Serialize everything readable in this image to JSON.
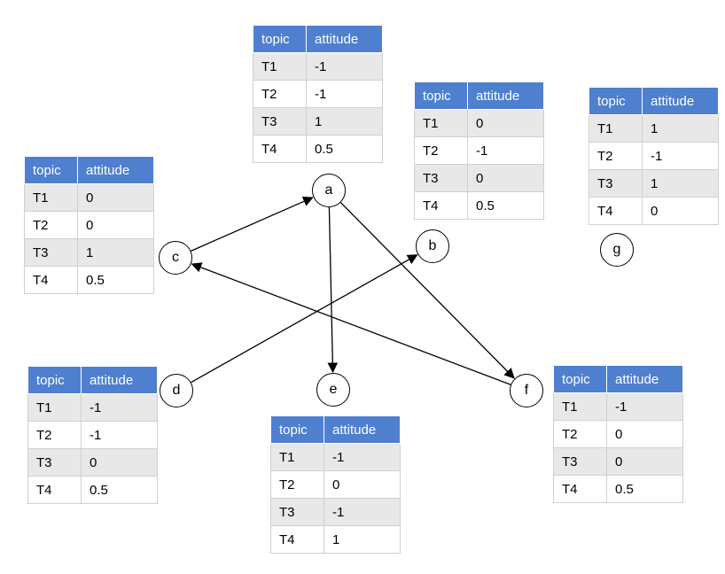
{
  "headers": {
    "topic": "topic",
    "attitude": "attitude"
  },
  "nodes": {
    "a": {
      "label": "a",
      "rows": [
        [
          "T1",
          "-1"
        ],
        [
          "T2",
          "-1"
        ],
        [
          "T3",
          "1"
        ],
        [
          "T4",
          "0.5"
        ]
      ]
    },
    "b": {
      "label": "b",
      "rows": [
        [
          "T1",
          "0"
        ],
        [
          "T2",
          "-1"
        ],
        [
          "T3",
          "0"
        ],
        [
          "T4",
          "0.5"
        ]
      ]
    },
    "c": {
      "label": "c",
      "rows": [
        [
          "T1",
          "0"
        ],
        [
          "T2",
          "0"
        ],
        [
          "T3",
          "1"
        ],
        [
          "T4",
          "0.5"
        ]
      ]
    },
    "d": {
      "label": "d",
      "rows": [
        [
          "T1",
          "-1"
        ],
        [
          "T2",
          "-1"
        ],
        [
          "T3",
          "0"
        ],
        [
          "T4",
          "0.5"
        ]
      ]
    },
    "e": {
      "label": "e",
      "rows": [
        [
          "T1",
          "-1"
        ],
        [
          "T2",
          "0"
        ],
        [
          "T3",
          "-1"
        ],
        [
          "T4",
          "1"
        ]
      ]
    },
    "f": {
      "label": "f",
      "rows": [
        [
          "T1",
          "-1"
        ],
        [
          "T2",
          "0"
        ],
        [
          "T3",
          "0"
        ],
        [
          "T4",
          "0.5"
        ]
      ]
    },
    "g": {
      "label": "g",
      "rows": [
        [
          "T1",
          "1"
        ],
        [
          "T2",
          "-1"
        ],
        [
          "T3",
          "1"
        ],
        [
          "T4",
          "0"
        ]
      ]
    }
  },
  "edges": [
    {
      "from": "c",
      "to": "a"
    },
    {
      "from": "a",
      "to": "e"
    },
    {
      "from": "a",
      "to": "f"
    },
    {
      "from": "d",
      "to": "b"
    },
    {
      "from": "f",
      "to": "c"
    }
  ]
}
